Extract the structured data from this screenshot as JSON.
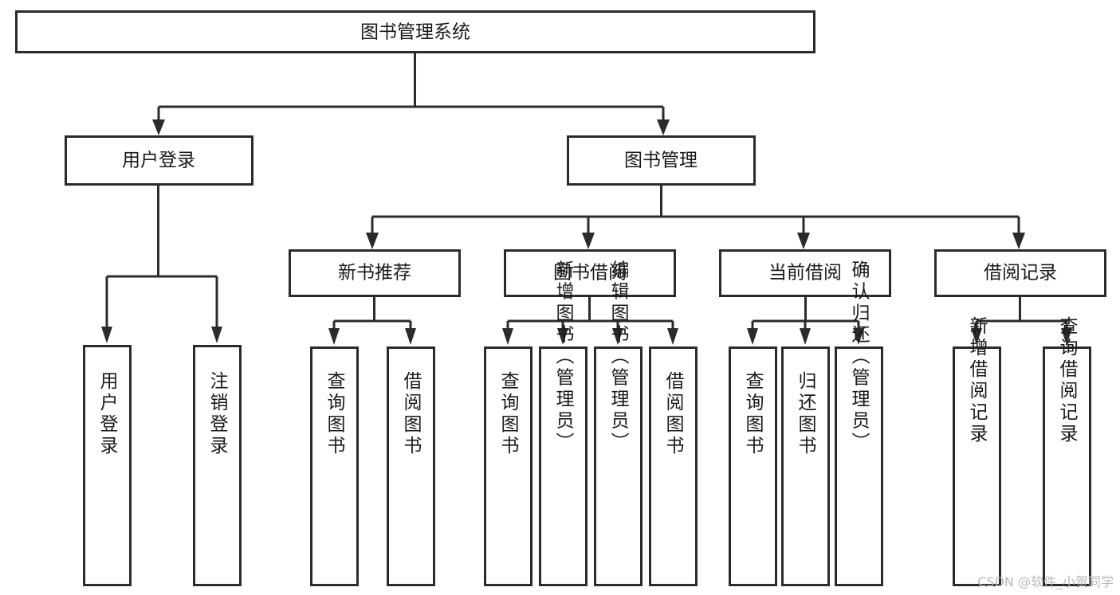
{
  "diagram": {
    "type": "hierarchy-tree",
    "title_node": {
      "id": "root",
      "label": "图书管理系统"
    },
    "level2": [
      {
        "id": "user-login",
        "label": "用户登录"
      },
      {
        "id": "book-management",
        "label": "图书管理"
      }
    ],
    "level3": [
      {
        "id": "new-book-recommend",
        "label": "新书推荐",
        "parent": "book-management"
      },
      {
        "id": "book-borrow",
        "label": "图书借阅",
        "parent": "book-management"
      },
      {
        "id": "current-borrow",
        "label": "当前借阅",
        "parent": "book-management"
      },
      {
        "id": "borrow-record",
        "label": "借阅记录",
        "parent": "book-management"
      }
    ],
    "leaves": [
      {
        "id": "leaf-user-login",
        "label": "用户登录",
        "parent": "user-login"
      },
      {
        "id": "leaf-logout-login",
        "label": "注销登录",
        "parent": "user-login"
      },
      {
        "id": "leaf-query-book-1",
        "label": "查询图书",
        "parent": "new-book-recommend"
      },
      {
        "id": "leaf-borrow-book-1",
        "label": "借阅图书",
        "parent": "new-book-recommend"
      },
      {
        "id": "leaf-query-book-2",
        "label": "查询图书",
        "parent": "book-borrow"
      },
      {
        "id": "leaf-add-book",
        "label": "新增图书（管理员）",
        "parent": "book-borrow"
      },
      {
        "id": "leaf-edit-book",
        "label": "编辑图书（管理员）",
        "parent": "book-borrow"
      },
      {
        "id": "leaf-borrow-book-2",
        "label": "借阅图书",
        "parent": "book-borrow"
      },
      {
        "id": "leaf-query-book-3",
        "label": "查询图书",
        "parent": "current-borrow"
      },
      {
        "id": "leaf-return-book",
        "label": "归还图书",
        "parent": "current-borrow"
      },
      {
        "id": "leaf-confirm-return",
        "label": "确认归还（管理员）",
        "parent": "current-borrow"
      },
      {
        "id": "leaf-add-record",
        "label": "新增借阅记录",
        "parent": "borrow-record"
      },
      {
        "id": "leaf-query-record",
        "label": "查询借阅记录",
        "parent": "borrow-record"
      }
    ],
    "colors": {
      "stroke": "#2b2b2b",
      "fill": "#ffffff",
      "text": "#1a1a1a",
      "watermark": "#b9b9b9"
    }
  },
  "watermark": {
    "text": "CSDN @软件_小贺同学"
  }
}
